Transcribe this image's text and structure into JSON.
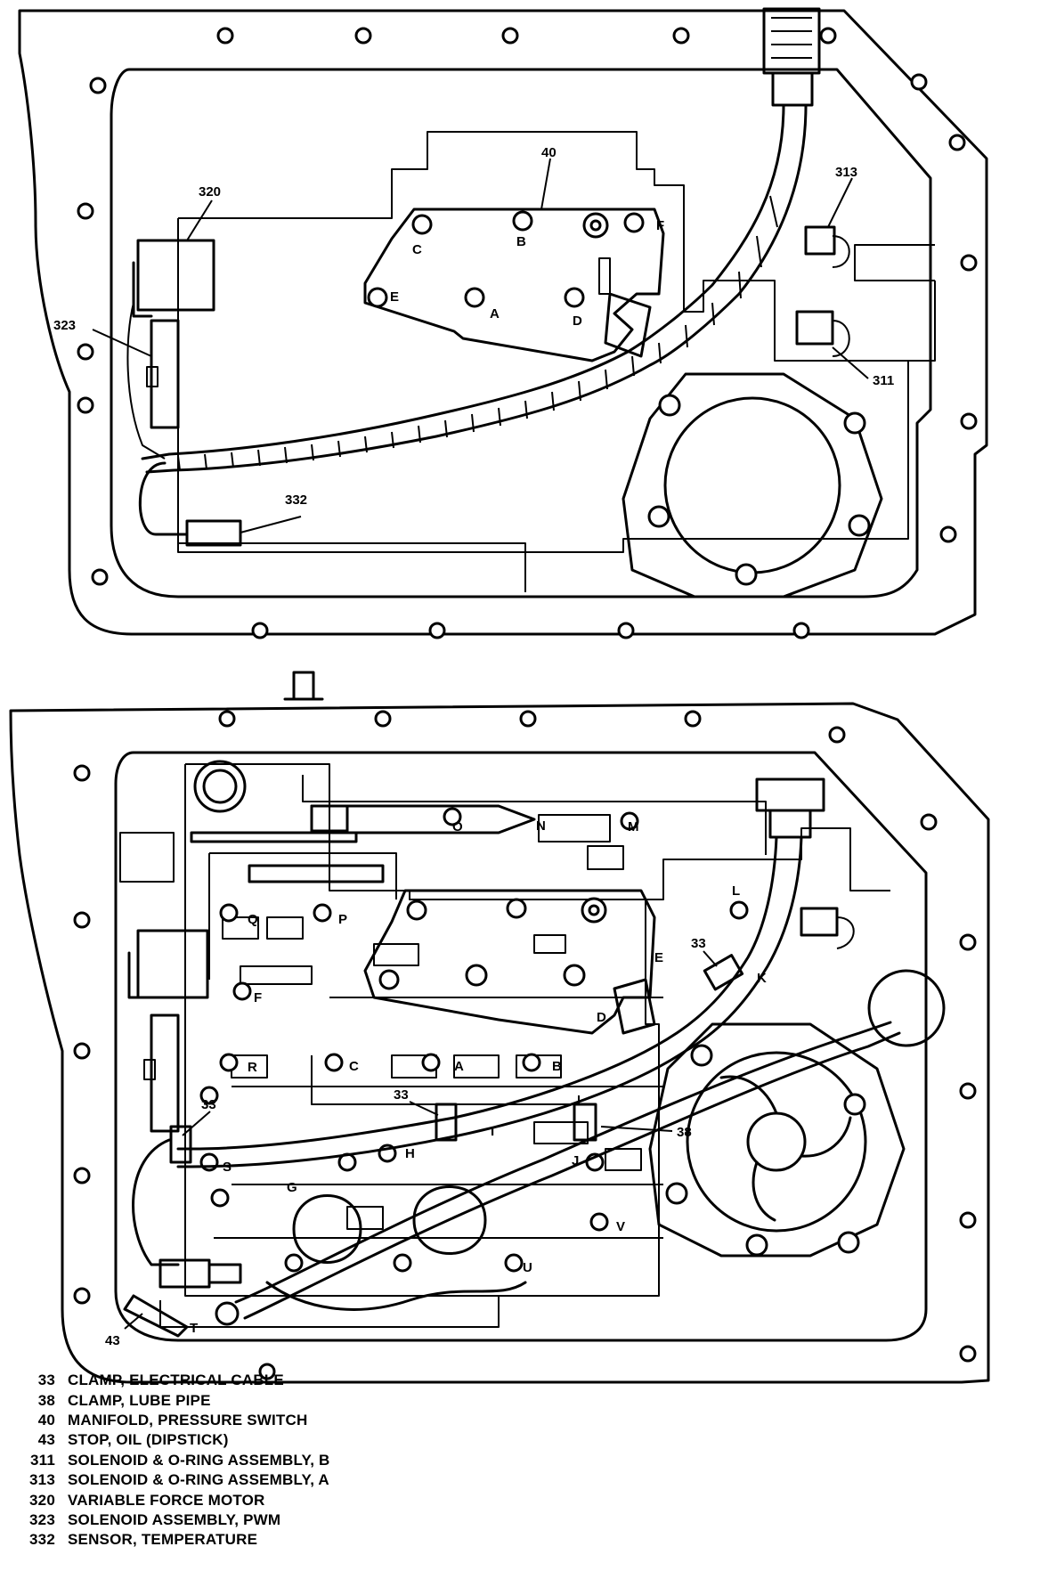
{
  "top_view": {
    "callouts": {
      "c40": "40",
      "c313": "313",
      "c320": "320",
      "c323": "323",
      "c311": "311",
      "c332": "332"
    },
    "letters": {
      "a": "A",
      "b": "B",
      "c": "C",
      "d": "D",
      "e": "E",
      "f": "F"
    }
  },
  "bottom_view": {
    "callouts": {
      "c33a": "33",
      "c33b": "33",
      "c33c": "33",
      "c38": "38",
      "c43": "43"
    },
    "letters": {
      "a": "A",
      "b": "B",
      "c": "C",
      "d": "D",
      "e": "E",
      "f": "F",
      "g": "G",
      "h": "H",
      "i": "I",
      "j": "J",
      "k": "K",
      "l": "L",
      "m": "M",
      "n": "N",
      "o": "O",
      "p": "P",
      "q": "Q",
      "r": "R",
      "s": "S",
      "t": "T",
      "u": "U",
      "v": "V"
    }
  },
  "legend": [
    {
      "num": "33",
      "text": "CLAMP, ELECTRICAL CABLE"
    },
    {
      "num": "38",
      "text": "CLAMP, LUBE PIPE"
    },
    {
      "num": "40",
      "text": "MANIFOLD, PRESSURE SWITCH"
    },
    {
      "num": "43",
      "text": "STOP, OIL (DIPSTICK)"
    },
    {
      "num": "311",
      "text": "SOLENOID & O-RING ASSEMBLY, B"
    },
    {
      "num": "313",
      "text": "SOLENOID & O-RING ASSEMBLY, A"
    },
    {
      "num": "320",
      "text": "VARIABLE FORCE MOTOR"
    },
    {
      "num": "323",
      "text": "SOLENOID ASSEMBLY, PWM"
    },
    {
      "num": "332",
      "text": "SENSOR, TEMPERATURE"
    }
  ]
}
